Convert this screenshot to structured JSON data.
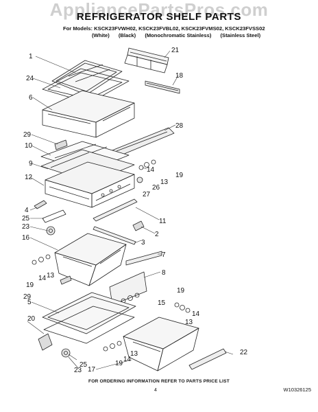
{
  "watermark": "AppliancePartsPros.com",
  "title": "REFRIGERATOR SHELF PARTS",
  "models_line": "For Models: KSCK23FVWH02, KSCK23FVBL02, KSCK23FVMS02, KSCK23FVSS02",
  "variants": [
    "(White)",
    "(Black)",
    "(Monochromatic Stainless)",
    "(Stainless Steel)"
  ],
  "callouts": [
    {
      "id": "c1",
      "label": "1"
    },
    {
      "id": "c21",
      "label": "21"
    },
    {
      "id": "c24",
      "label": "24"
    },
    {
      "id": "c18",
      "label": "18"
    },
    {
      "id": "c6",
      "label": "6"
    },
    {
      "id": "c28",
      "label": "28"
    },
    {
      "id": "c29a",
      "label": "29"
    },
    {
      "id": "c10",
      "label": "10"
    },
    {
      "id": "c9",
      "label": "9"
    },
    {
      "id": "c14a",
      "label": "14"
    },
    {
      "id": "c13a",
      "label": "13"
    },
    {
      "id": "c19a",
      "label": "19"
    },
    {
      "id": "c26",
      "label": "26"
    },
    {
      "id": "c27",
      "label": "27"
    },
    {
      "id": "c12",
      "label": "12"
    },
    {
      "id": "c11",
      "label": "11"
    },
    {
      "id": "c4",
      "label": "4"
    },
    {
      "id": "c25a",
      "label": "25"
    },
    {
      "id": "c23a",
      "label": "23"
    },
    {
      "id": "c2",
      "label": "2"
    },
    {
      "id": "c16",
      "label": "16"
    },
    {
      "id": "c3",
      "label": "3"
    },
    {
      "id": "c7",
      "label": "7"
    },
    {
      "id": "c8",
      "label": "8"
    },
    {
      "id": "c19b",
      "label": "19"
    },
    {
      "id": "c14b",
      "label": "14"
    },
    {
      "id": "c13b",
      "label": "13"
    },
    {
      "id": "c29b",
      "label": "29"
    },
    {
      "id": "c19c",
      "label": "19"
    },
    {
      "id": "c15",
      "label": "15"
    },
    {
      "id": "c5",
      "label": "5"
    },
    {
      "id": "c14c",
      "label": "14"
    },
    {
      "id": "c13c",
      "label": "13"
    },
    {
      "id": "c20",
      "label": "20"
    },
    {
      "id": "c25b",
      "label": "25"
    },
    {
      "id": "c19d",
      "label": "19"
    },
    {
      "id": "c14d",
      "label": "14"
    },
    {
      "id": "c13d",
      "label": "13"
    },
    {
      "id": "c22",
      "label": "22"
    },
    {
      "id": "c23b",
      "label": "23"
    },
    {
      "id": "c17",
      "label": "17"
    }
  ],
  "footer_note": "FOR ORDERING INFORMATION REFER TO PARTS PRICE LIST",
  "page_number": "4",
  "doc_id": "W10326125"
}
